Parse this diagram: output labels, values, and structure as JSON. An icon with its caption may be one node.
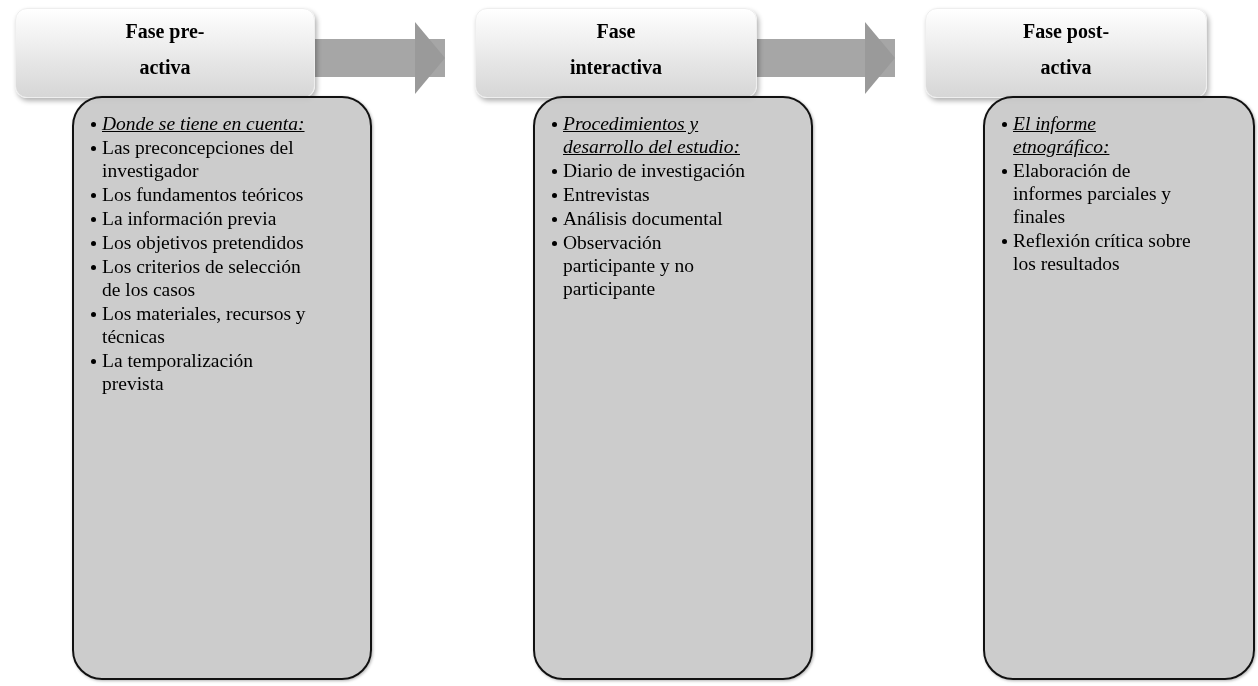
{
  "diagram": {
    "nodes": [
      {
        "text": [
          "Fase pre-activa"
        ]
      },
      {
        "text": [
          "Donde se tiene en cuenta:",
          "Las preconcepciones del investigador",
          "Los fundamentos teóricos",
          "La información previa",
          "Los objetivos pretendidos",
          "Los criterios de selección de los casos",
          "Los materiales, recursos y técnicas",
          "La temporalización prevista"
        ]
      },
      {
        "text": [
          "Fase interactiva"
        ]
      },
      {
        "text": [
          "Procedimientos y desarrollo del estudio:",
          "Diario de investigación",
          "Entrevistas",
          "Análisis documental",
          "Observación participante y no participante"
        ]
      },
      {
        "text": [
          "Fase post-activa"
        ]
      },
      {
        "text": [
          "El informe etnográfico:",
          "Elaboración de informes parciales y finales",
          "Reflexión crítica sobre los resultados"
        ]
      }
    ],
    "edges": [
      {
        "from": 0,
        "to": 2,
        "arrow": "to"
      },
      {
        "from": 2,
        "to": 4,
        "arrow": "to"
      }
    ]
  }
}
